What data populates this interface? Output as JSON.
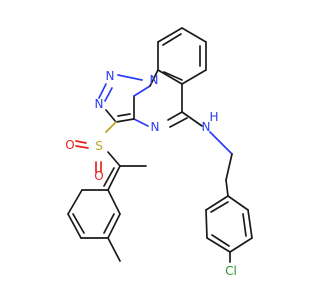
{
  "structure": {
    "atom_labels": {
      "n1": "N",
      "n2": "N",
      "n3": "N",
      "n4": "N",
      "nh": "N",
      "h": "H",
      "s": "S",
      "o1": "O",
      "o2": "O",
      "cl": "Cl"
    },
    "colors": {
      "carbon_bond": "#1a1a1a",
      "nitrogen": "#2a3cf2",
      "oxygen": "#e8231f",
      "sulfur": "#b8a520",
      "chlorine": "#2f8f2f",
      "background": "#ffffff"
    }
  }
}
